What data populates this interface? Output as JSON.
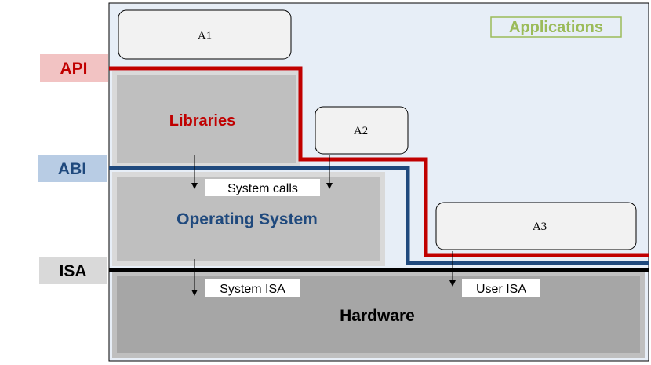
{
  "labels": {
    "applications": "Applications",
    "libraries": "Libraries",
    "operating_system": "Operating System",
    "hardware": "Hardware",
    "system_calls": "System calls",
    "system_isa": "System ISA",
    "user_isa": "User ISA"
  },
  "interfaces": {
    "api": "API",
    "abi": "ABI",
    "isa": "ISA"
  },
  "apps": {
    "a1": "A1",
    "a2": "A2",
    "a3": "A3"
  },
  "colors": {
    "api": "#c00000",
    "abi": "#1f497d",
    "isa": "#000000",
    "applications_text": "#9bbb59",
    "api_label_bg": "#f2c3c3",
    "abi_label_bg": "#b8cce4",
    "isa_label_bg": "#d9d9d9",
    "outer_bg": "#e7eef7",
    "layer_gray": "#bfbfbf",
    "hardware_gray": "#a6a6a6"
  }
}
